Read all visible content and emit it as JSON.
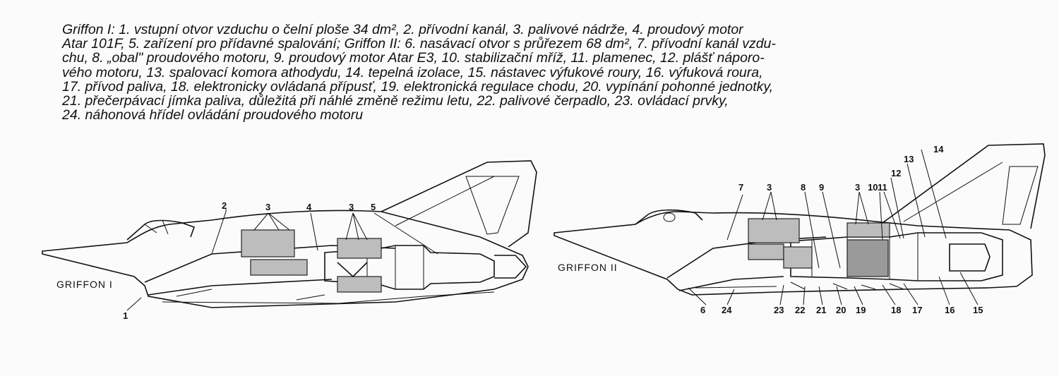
{
  "caption": {
    "lines": [
      "Griffon I: 1. vstupní otvor vzduchu o čelní ploše 34 dm², 2. přívodní kanál, 3. palivové nádrže, 4. proudový motor",
      "Atar 101F, 5. zařízení pro přídavné spalování; Griffon II: 6. nasávací otvor s průřezem 68 dm², 7. přívodní kanál vzdu-",
      "chu, 8. „obal\" proudového motoru, 9. proudový motor Atar E3, 10. stabilizační mříž, 11. plamenec, 12. plášť náporo-",
      "vého motoru, 13. spalovací komora athodydu, 14. tepelná izolace, 15. nástavec výfukové roury, 16. výfuková roura,",
      "17. přívod paliva, 18. elektronicky ovládaná přípusť, 19. elektronická regulace chodu, 20. vypínání pohonné jednotky,",
      "21. přečerpávací jímka paliva, důležitá při náhlé změně režimu letu, 22. palivové čerpadlo, 23. ovládací prvky,",
      "24. náhonová hřídel ovládání proudového motoru"
    ]
  },
  "griffon1": {
    "name": "GRIFFON I",
    "labels": {
      "l1": "1",
      "l2": "2",
      "l3a": "3",
      "l3b": "3",
      "l4": "4",
      "l5": "5"
    }
  },
  "griffon2": {
    "name": "GRIFFON II",
    "labels": {
      "l7": "7",
      "l3a": "3",
      "l8": "8",
      "l9": "9",
      "l3b": "3",
      "l10": "10",
      "l11": "11",
      "l12": "12",
      "l13": "13",
      "l14": "14",
      "l6": "6",
      "l24": "24",
      "l23": "23",
      "l22": "22",
      "l21": "21",
      "l20": "20",
      "l19": "19",
      "l18": "18",
      "l17": "17",
      "l16": "16",
      "l15": "15"
    }
  }
}
